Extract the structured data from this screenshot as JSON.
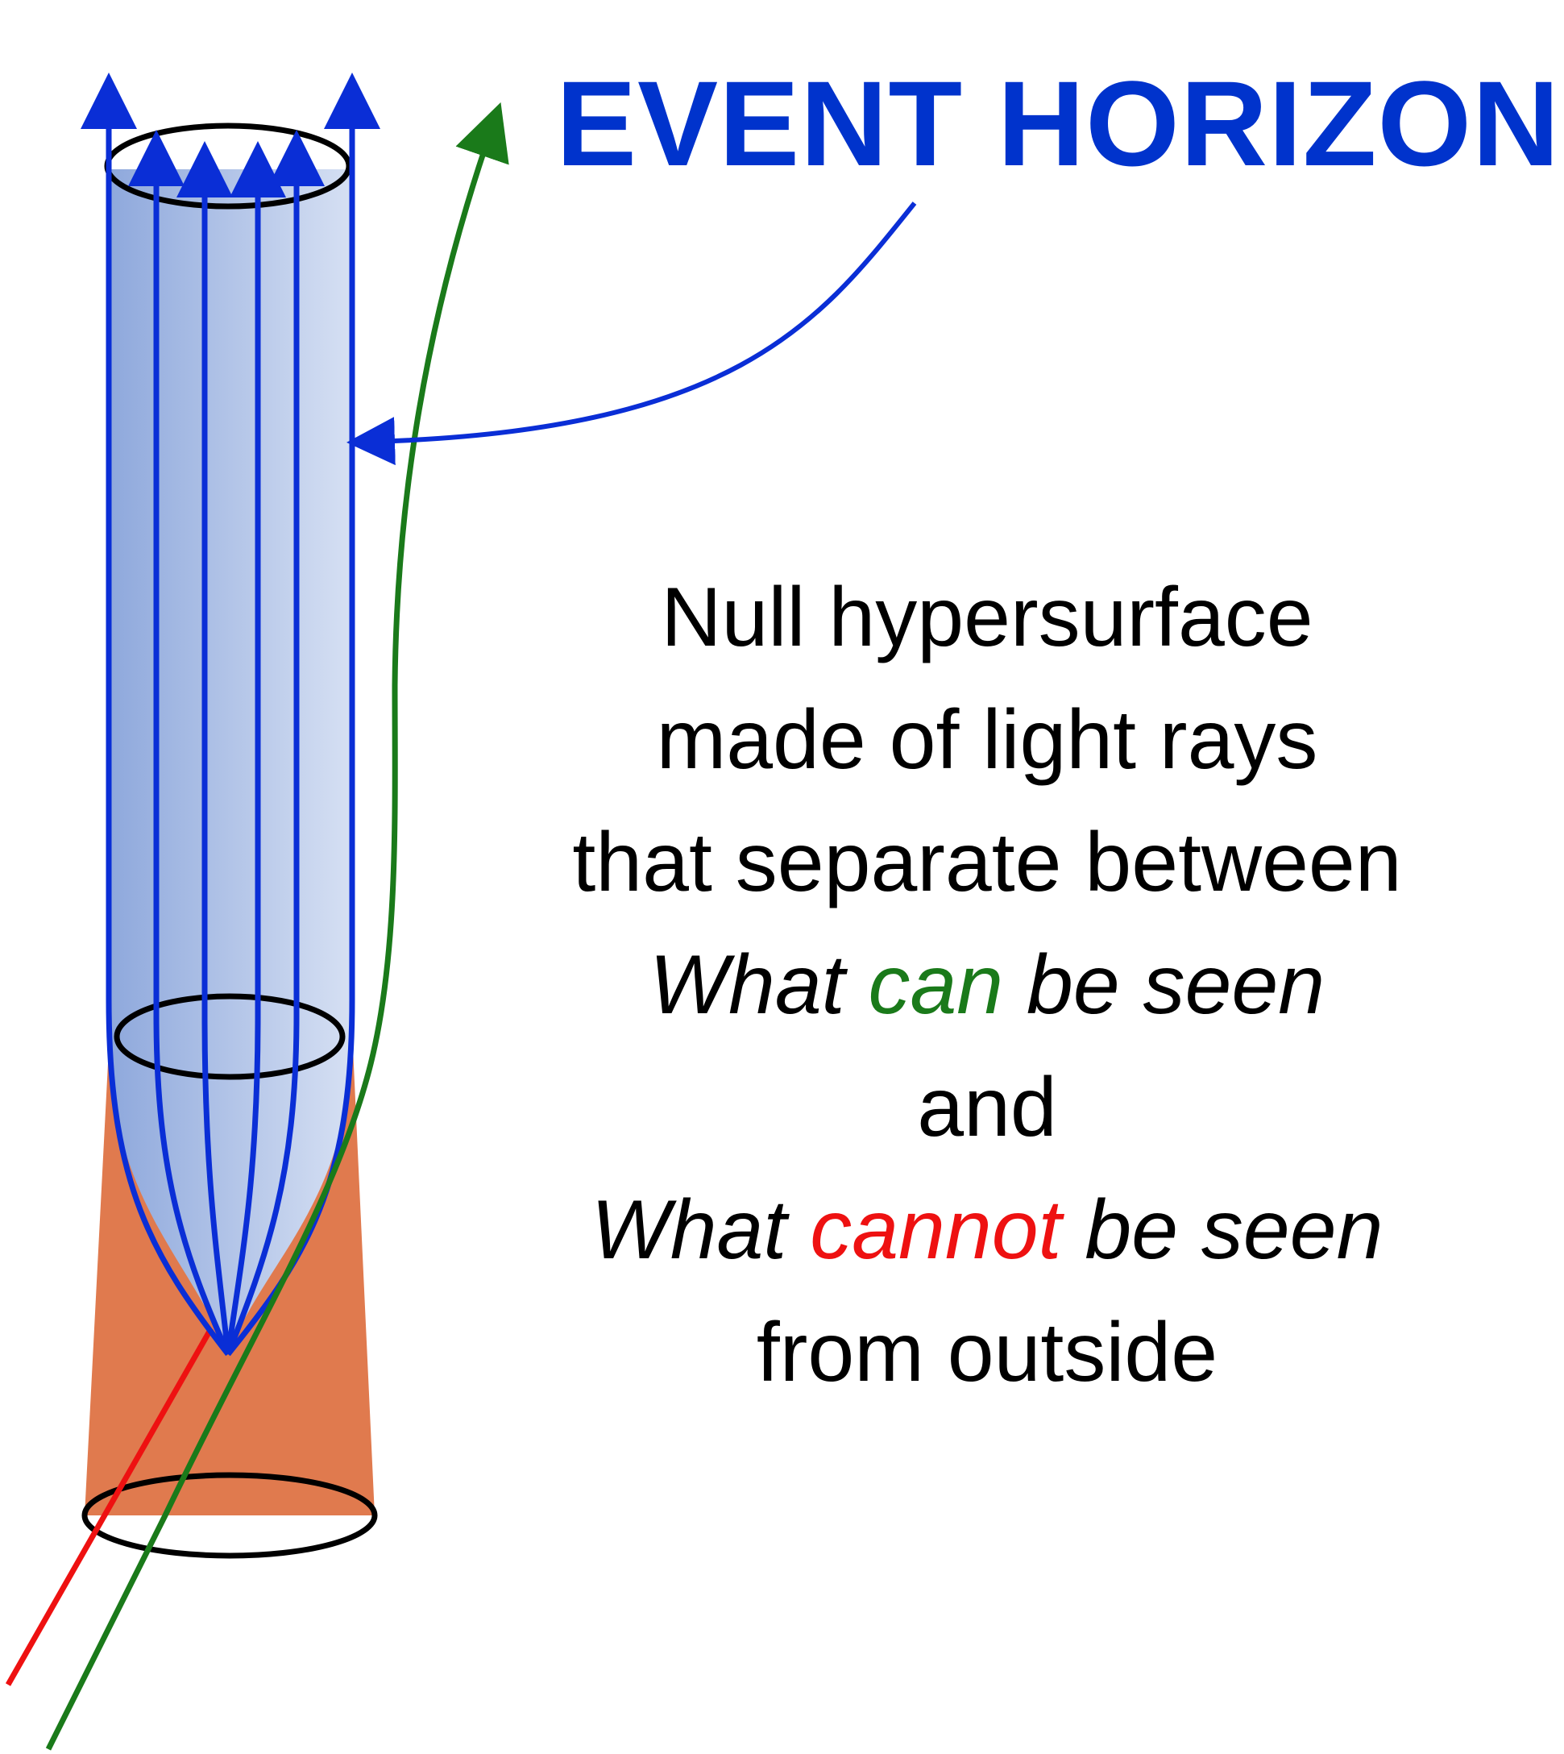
{
  "title": "EVENT HORIZON",
  "description": {
    "line1": "Null hypersurface",
    "line2": "made of light rays",
    "line3": "that separate between",
    "line4": {
      "pre": "What ",
      "highlight": "can",
      "post": " be seen"
    },
    "line5": "and",
    "line6": {
      "pre": "What ",
      "highlight": "cannot",
      "post": " be seen"
    },
    "line7": "from outside"
  },
  "colors": {
    "title": "#0033cc",
    "can": "#1a7a1a",
    "cannot": "#ee1111",
    "horizon_rays": "#0a2ed6",
    "outgoing_ray": "#1a7a1a",
    "trapped_ray": "#ee1111",
    "collapsing_matter": "#e07a4e",
    "horizon_surface": "#9fb6e4"
  }
}
